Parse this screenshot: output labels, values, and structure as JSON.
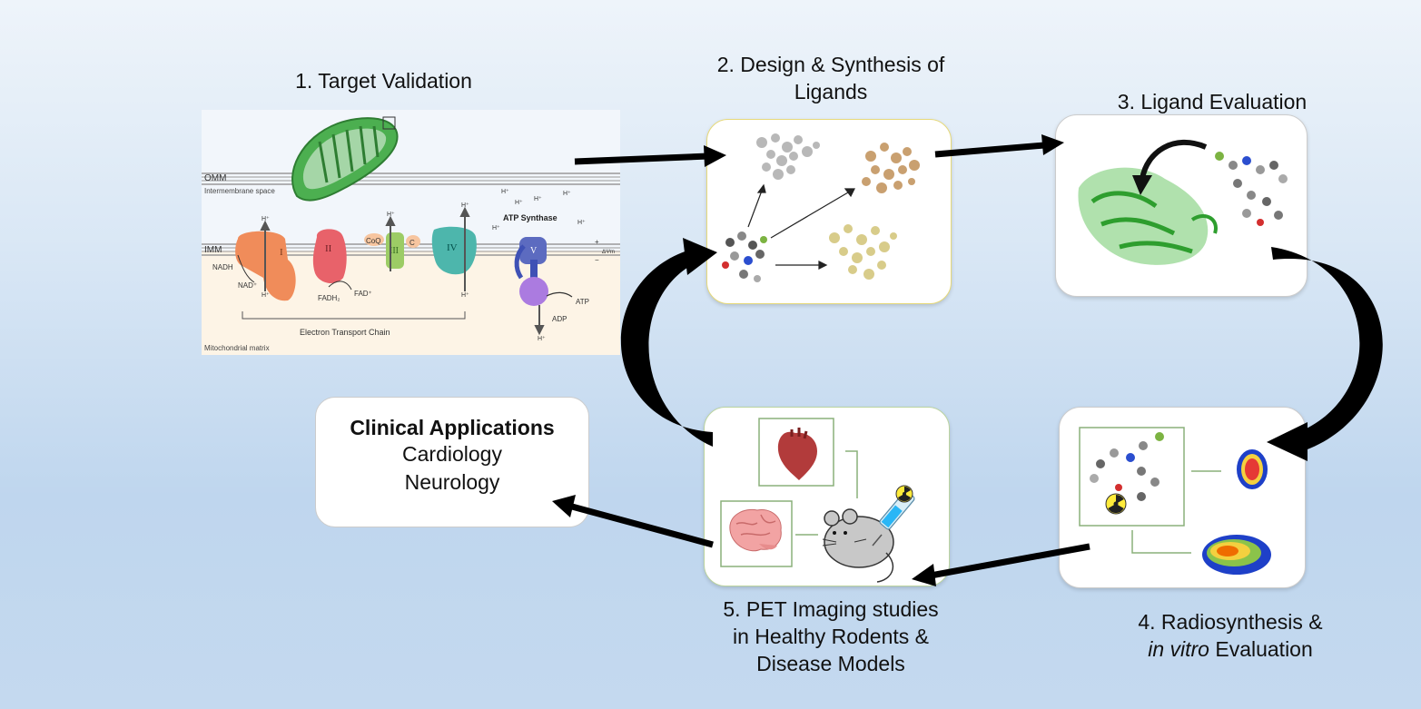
{
  "steps": {
    "s1": "1. Target Validation",
    "s2a": "2. Design & Synthesis of",
    "s2b": "Ligands",
    "s3": "3. Ligand Evaluation",
    "s4a": "4. Radiosynthesis &",
    "s4b_italic": "in vitro",
    "s4b_rest": " Evaluation",
    "s5a": "5. PET Imaging studies",
    "s5b": "in Healthy Rodents &",
    "s5c": "Disease Models"
  },
  "clinical": {
    "title": "Clinical Applications",
    "items": [
      "Cardiology",
      "Neurology"
    ]
  },
  "mito": {
    "omm": "OMM",
    "ims": "Intermembrane space",
    "imm": "IMM",
    "matrix": "Mitochondrial matrix",
    "etc": "Electron Transport Chain",
    "atp_synthase": "ATP Synthase",
    "complexes": [
      "I",
      "II",
      "III",
      "IV",
      "V"
    ],
    "coq": "CoQ",
    "c": "C",
    "nadh": "NADH",
    "nad": "NAD⁺",
    "fadh2": "FADH₂",
    "fad": "FAD⁺",
    "atp": "ATP",
    "adp": "ADP",
    "h": "H⁺",
    "psi": "ΔΨm",
    "plus": "+",
    "minus": "−"
  },
  "colors": {
    "complex1": "#f08c5a",
    "complex2": "#e8626a",
    "complex3": "#9ccc65",
    "complex4": "#4db6ac",
    "complex5": "#5c6bc0",
    "mito": "#4caf50",
    "protein": "#3cb043"
  }
}
